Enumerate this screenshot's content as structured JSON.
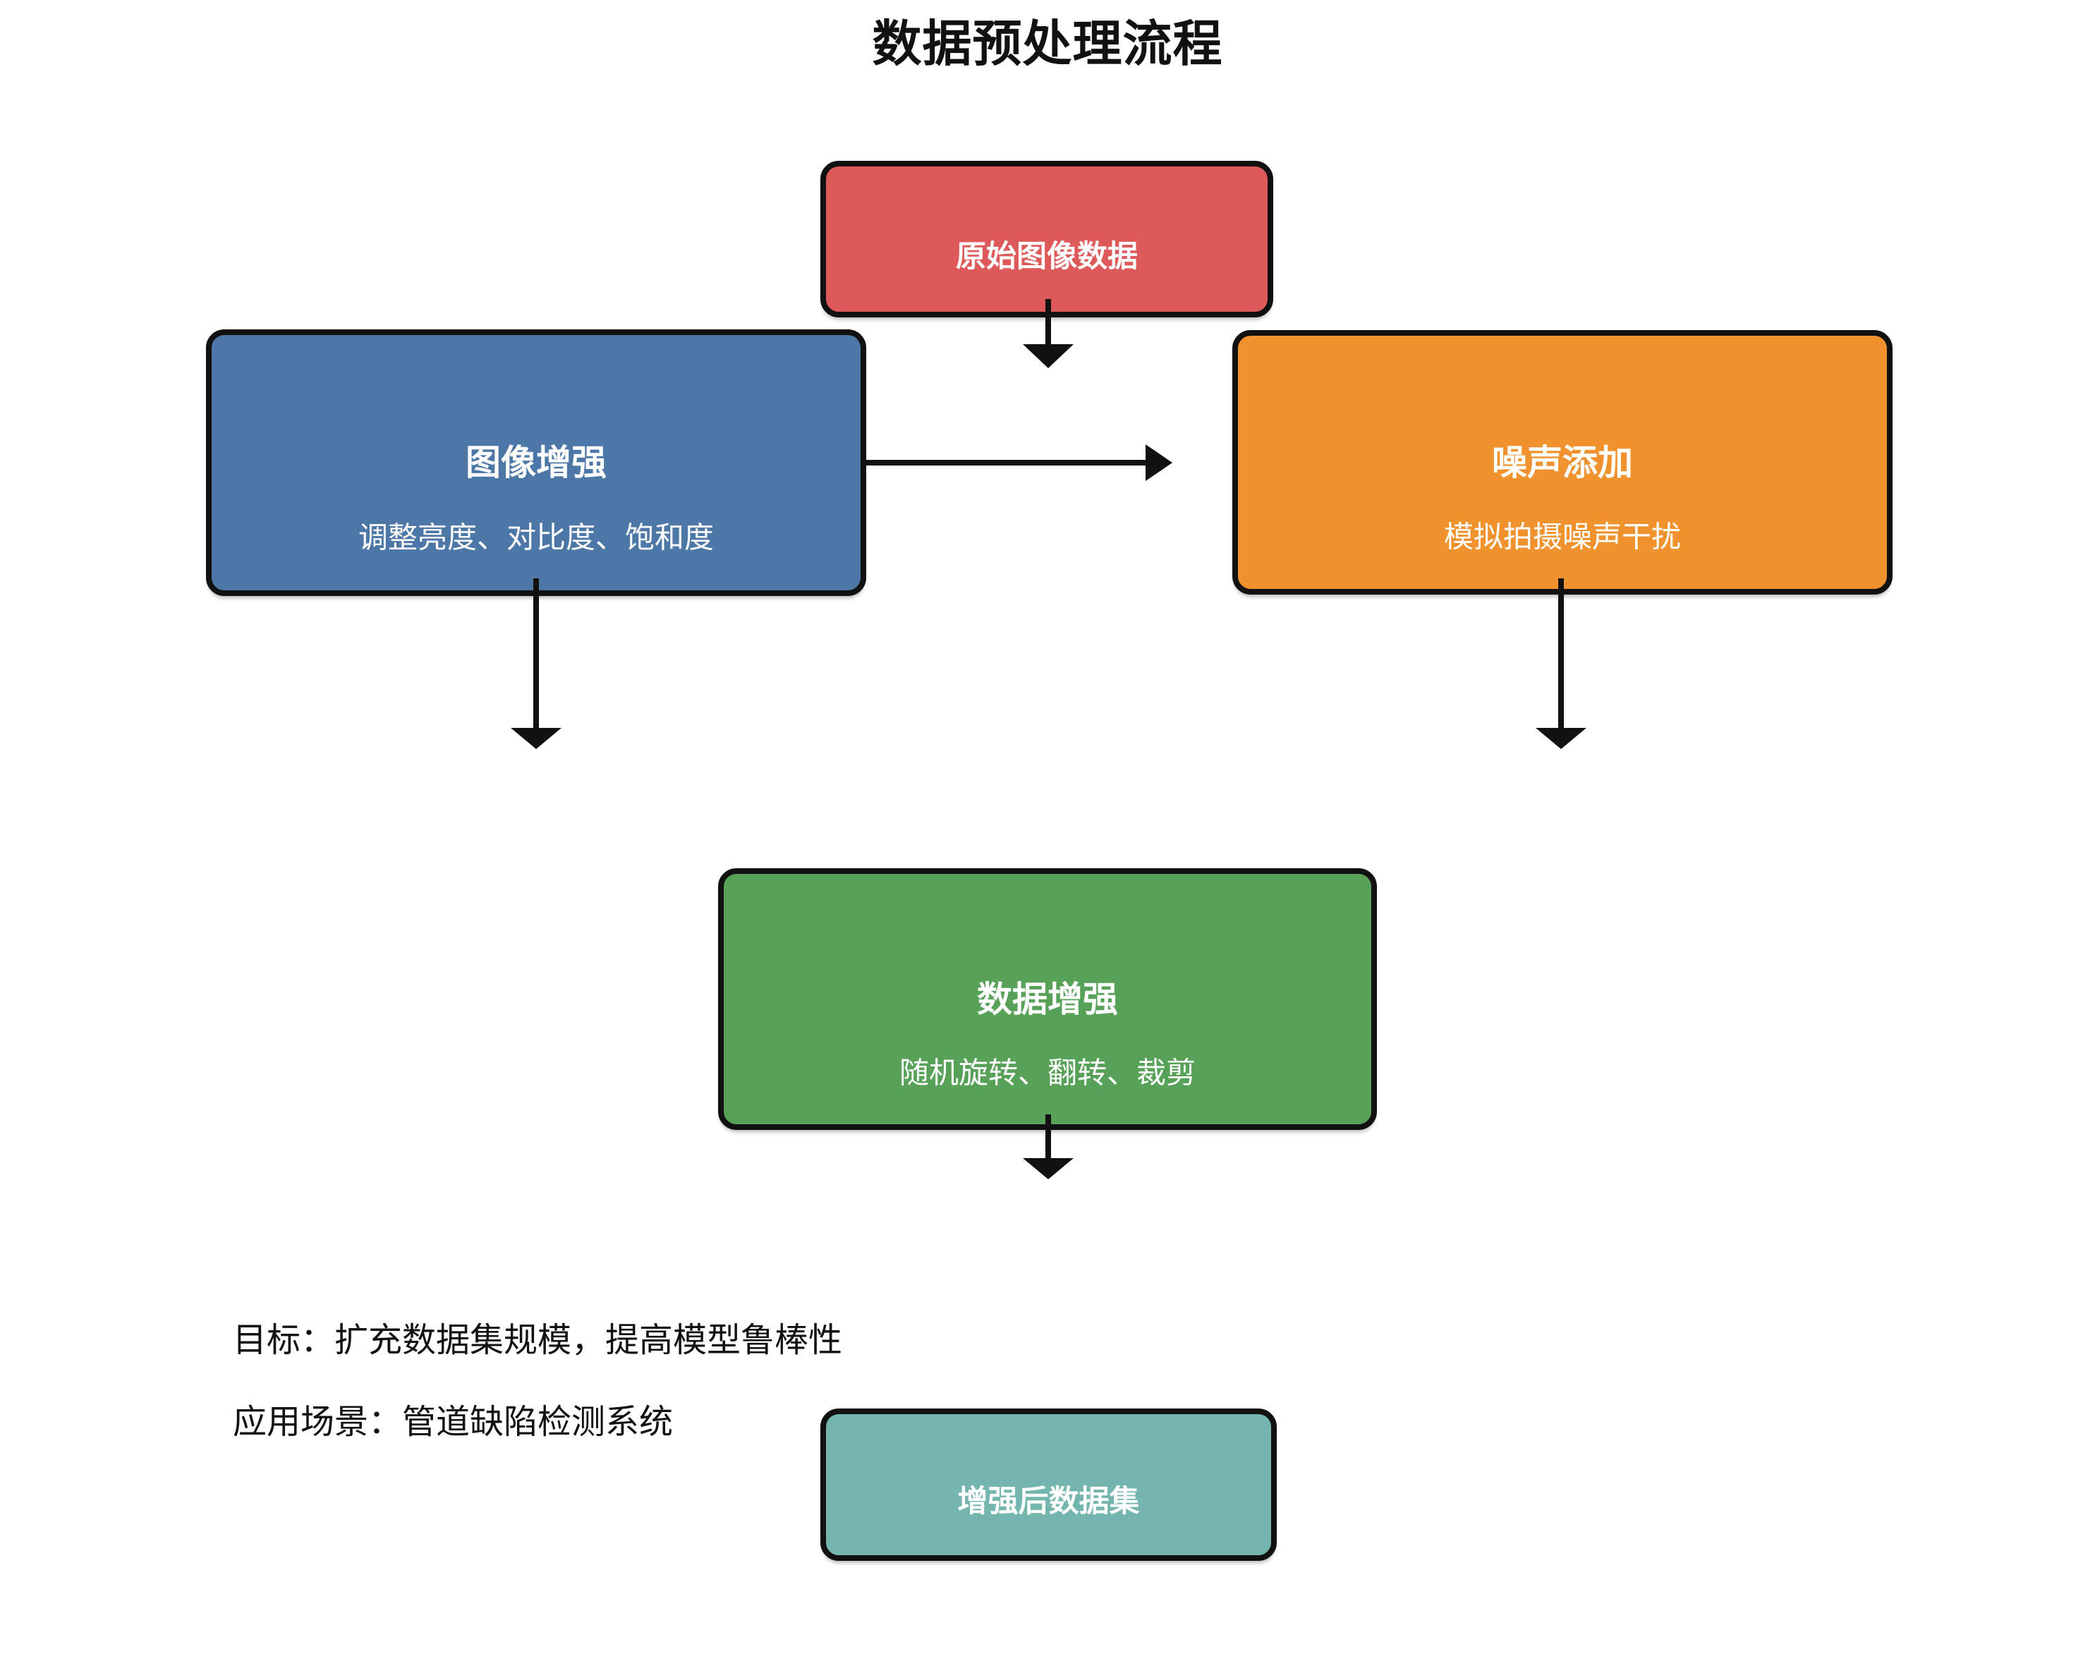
{
  "title": "数据预处理流程",
  "diagram": {
    "nodes": {
      "raw": {
        "label": "原始图像数据",
        "color": "#de5959"
      },
      "enhance": {
        "label": "图像增强",
        "sublabel": "调整亮度、对比度、饱和度",
        "color": "#4d77a6"
      },
      "noise": {
        "label": "噪声添加",
        "sublabel": "模拟拍摄噪声干扰",
        "color": "#f0922d"
      },
      "augment": {
        "label": "数据增强",
        "sublabel": "随机旋转、翻转、裁剪",
        "color": "#58a158"
      },
      "dataset": {
        "label": "增强后数据集",
        "color": "#74b5ae"
      }
    },
    "edges": [
      {
        "from": "raw",
        "direction": "down"
      },
      {
        "from": "enhance",
        "to": "noise",
        "direction": "right"
      },
      {
        "from": "enhance",
        "direction": "down"
      },
      {
        "from": "noise",
        "direction": "down"
      },
      {
        "from": "augment",
        "direction": "down"
      }
    ],
    "edge_color": "#111111"
  },
  "notes": {
    "goal": "目标：扩充数据集规模，提高模型鲁棒性",
    "scenario": "应用场景：管道缺陷检测系统"
  }
}
